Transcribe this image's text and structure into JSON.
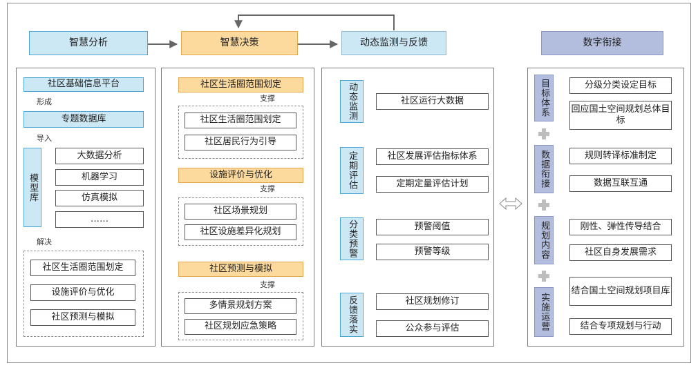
{
  "top": {
    "smart_analysis": "智慧分析",
    "smart_decision": "智慧决策",
    "monitor": "动态监测与反馈",
    "digital": "数字衔接"
  },
  "analysis": {
    "platform": "社区基础信息平台",
    "form_label": "形成",
    "database": "专题数据库",
    "import_label": "导入",
    "model_lib": "模型库",
    "models": [
      "大数据分析",
      "机器学习",
      "仿真模拟",
      "……"
    ],
    "solve_label": "解决",
    "outputs": [
      "社区生活圈范围划定",
      "设施评价与优化",
      "社区预测与模拟"
    ]
  },
  "decision": {
    "support_label": "支撑",
    "groups": [
      {
        "title": "社区生活圈范围划定",
        "items": [
          "社区生活圈范围划定",
          "社区居民行为引导"
        ]
      },
      {
        "title": "设施评价与优化",
        "items": [
          "社区场景规划",
          "社区设施差异化规划"
        ]
      },
      {
        "title": "社区预测与模拟",
        "items": [
          "多情景规划方案",
          "社区规划应急策略"
        ]
      }
    ]
  },
  "monitor": {
    "stages": [
      {
        "label": "动态监测",
        "items": [
          "社区运行大数据"
        ]
      },
      {
        "label": "定期评估",
        "items": [
          "社区发展评估指标体系",
          "定期定量评估计划"
        ]
      },
      {
        "label": "分类预警",
        "items": [
          "预警阈值",
          "预警等级"
        ]
      },
      {
        "label": "反馈落实",
        "items": [
          "社区规划修订",
          "公众参与评估"
        ]
      }
    ]
  },
  "digital": {
    "groups": [
      {
        "label": "目标体系",
        "items": [
          "分级分类设定目标",
          "回应国土空间规划总体目标"
        ]
      },
      {
        "label": "数据衔接",
        "items": [
          "规则转译标准制定",
          "数据互联互通"
        ]
      },
      {
        "label": "规划内容",
        "items": [
          "刚性、弹性传导结合",
          "社区自身发展需求"
        ]
      },
      {
        "label": "实施运营",
        "items": [
          "结合国土空间规划项目库",
          "结合专项规划与行动"
        ]
      }
    ]
  }
}
